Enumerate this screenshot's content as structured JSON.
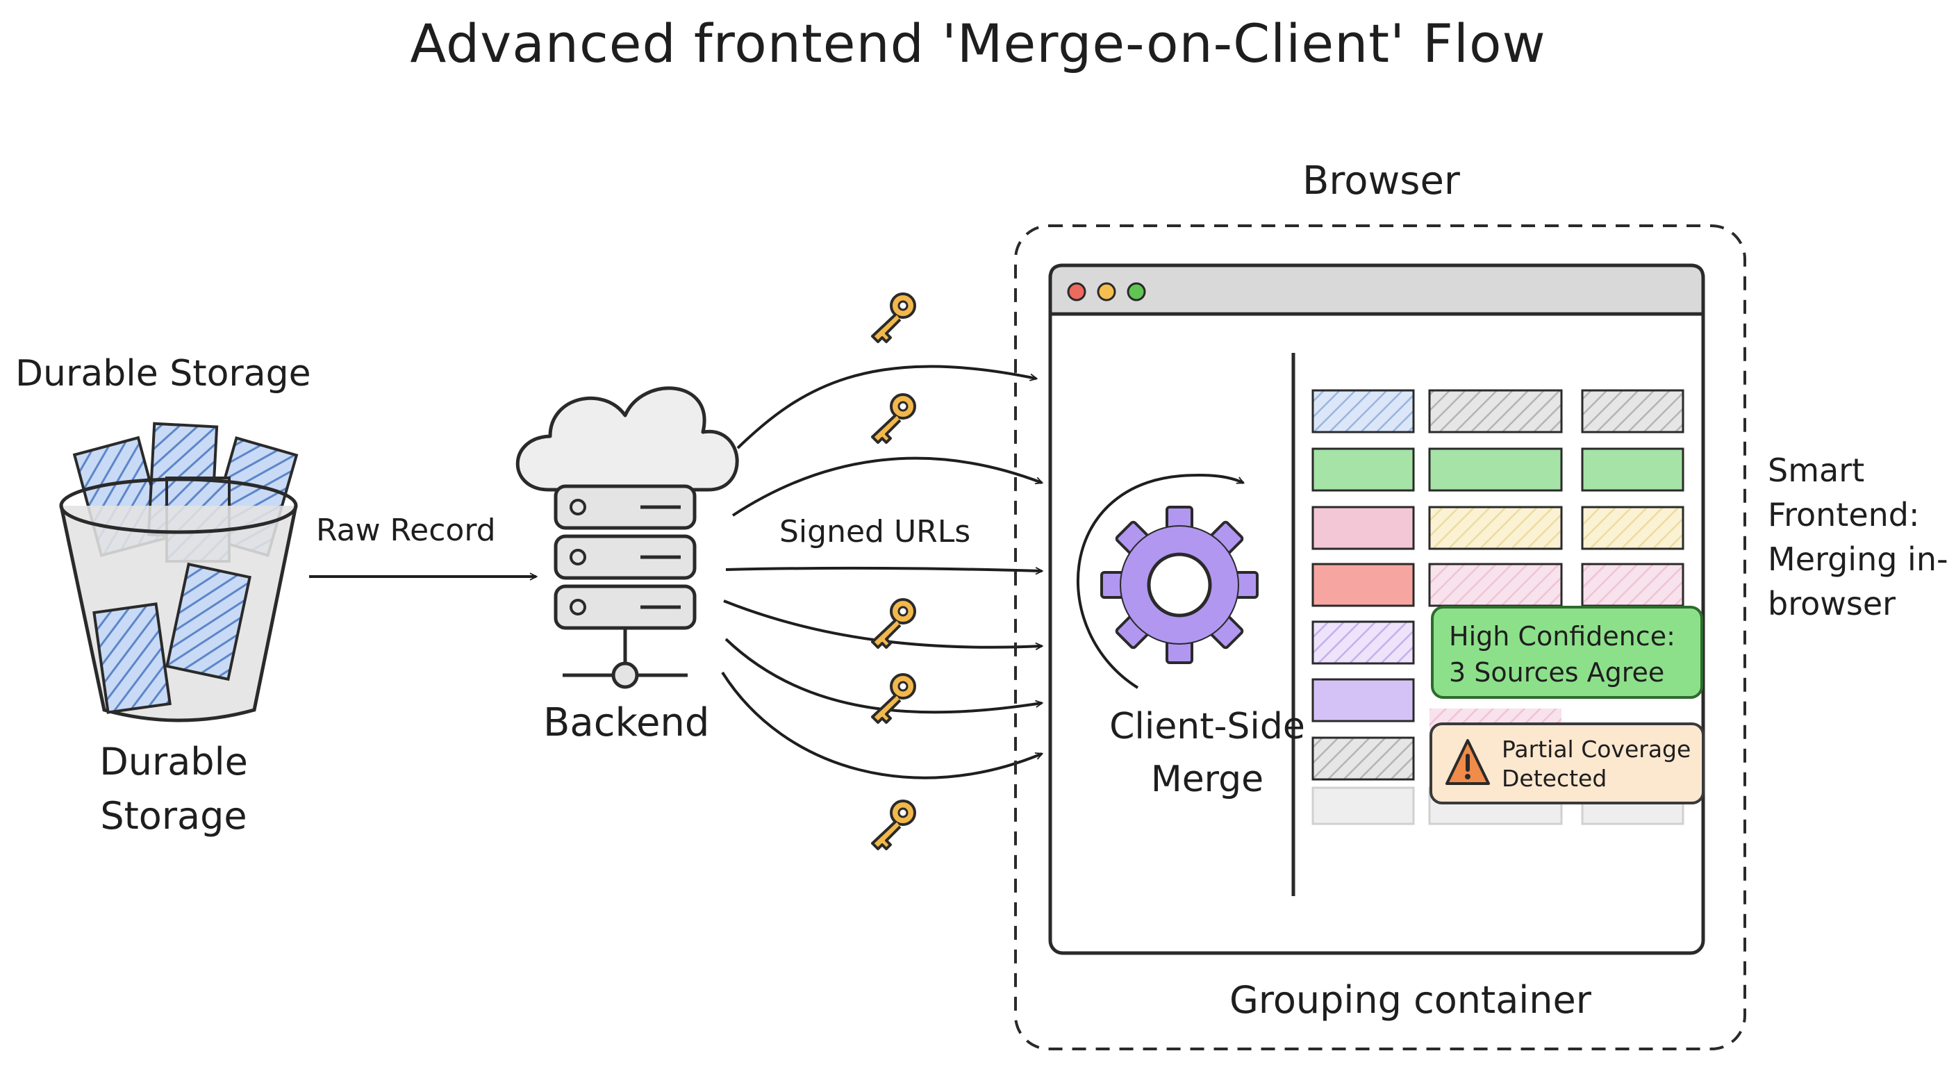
{
  "title": "Advanced frontend 'Merge-on-Client' Flow",
  "storage": {
    "header": "Durable Storage",
    "caption": "Durable Storage"
  },
  "edges": {
    "raw_record": "Raw Record",
    "signed_urls": "Signed URLs"
  },
  "backend": {
    "label": "Backend"
  },
  "browser": {
    "title": "Browser",
    "merge_label": "Client-Side Merge",
    "high_confidence": "High Confidence: 3 Sources Agree",
    "partial_coverage": "Partial Coverage Detected",
    "grouping_label": "Grouping container"
  },
  "side_note": "Smart Frontend: Merging in-browser",
  "colors": {
    "stroke": "#1e1e1e",
    "gear": "#b197f0",
    "key": "#f2b84b",
    "success": "#8de08a",
    "warning": "#f08b4a",
    "row_green": "#a6e3a6",
    "row_pink": "#f4c7d6",
    "row_red": "#f7a5a0",
    "row_purple": "#d4c2f7",
    "row_yellow": "#faeec0",
    "row_grey": "#dedede",
    "dot_red": "#ed6a5e",
    "dot_yellow": "#f5bf4f",
    "dot_green": "#61c554"
  },
  "icons": [
    "bucket-icon",
    "cloud-server-icon",
    "key-icon",
    "gear-icon",
    "warning-icon"
  ]
}
